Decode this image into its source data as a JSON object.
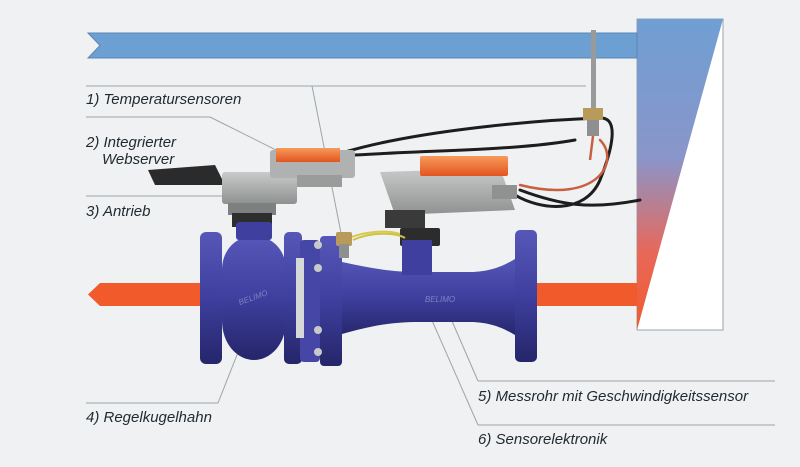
{
  "labels": {
    "temperature_sensors": "1) Temperatursensoren",
    "web_server_line1": "2) Integrierter",
    "web_server_line2": "Webserver",
    "actuator": "3) Antrieb",
    "control_ball_valve": "4) Regelkugelhahn",
    "measuring_tube": "5) Messrohr mit Geschwindigkeitssensor",
    "sensor_electronics": "6) Sensorelektronik"
  },
  "colors": {
    "supply_line": "#6c9fd2",
    "return_line": "#f15a2b",
    "valve_body": "#3e3f9e",
    "actuator_housing": "#a9acab",
    "actuator_accent": "#ef6b2d",
    "leader_lines": "#9aa5ab",
    "background": "#f0f1f2"
  },
  "valve_markings": {
    "ball_valve_text": "BELIMO",
    "tube_text": "BELIMO"
  }
}
